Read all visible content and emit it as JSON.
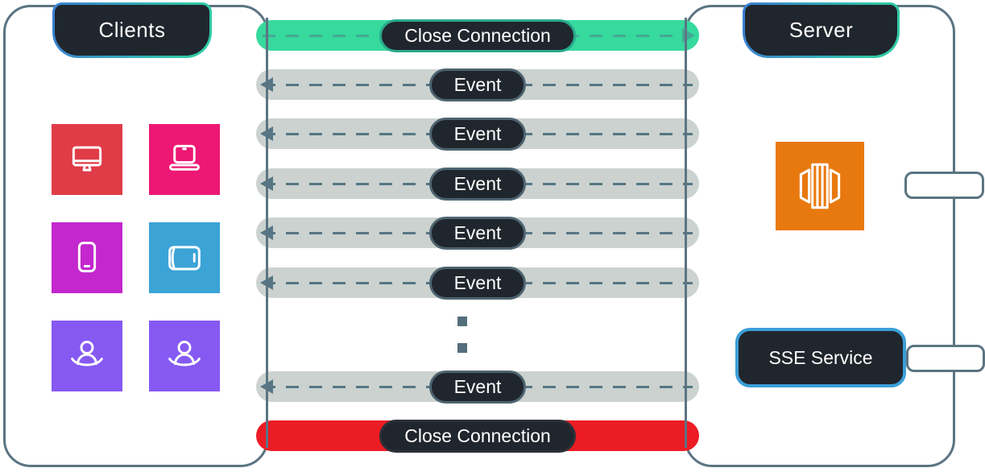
{
  "clients_panel": {
    "title": "Clients",
    "devices": [
      {
        "icon": "desktop-icon",
        "color": "#e03c48"
      },
      {
        "icon": "laptop-icon",
        "color": "#ed1874"
      },
      {
        "icon": "smartphone-icon",
        "color": "#c327cd"
      },
      {
        "icon": "tablet-icon",
        "color": "#3ba3d6"
      },
      {
        "icon": "user-icon",
        "color": "#8659f2"
      },
      {
        "icon": "user-icon",
        "color": "#8659f2"
      }
    ]
  },
  "server_panel": {
    "title": "Server",
    "service_label": "SSE Service",
    "service_border_color": "#3b9fd8",
    "server_icon": "server-stack-icon",
    "server_icon_color": "#e8790f"
  },
  "messages": [
    {
      "label": "Close Connection",
      "direction": "to-server",
      "band_color": "#36d99e",
      "pill_border_color": "#2aa98c",
      "dash_color": "#45a893"
    },
    {
      "label": "Event",
      "direction": "to-clients",
      "band_color": "#cbd2cf",
      "pill_border_color": "#4e6470",
      "dash_color": "#567684"
    },
    {
      "label": "Event",
      "direction": "to-clients",
      "band_color": "#cbd2cf",
      "pill_border_color": "#4e6470",
      "dash_color": "#567684"
    },
    {
      "label": "Event",
      "direction": "to-clients",
      "band_color": "#cbd2cf",
      "pill_border_color": "#4e6470",
      "dash_color": "#567684"
    },
    {
      "label": "Event",
      "direction": "to-clients",
      "band_color": "#cbd2cf",
      "pill_border_color": "#4e6470",
      "dash_color": "#567684"
    },
    {
      "label": "Event",
      "direction": "to-clients",
      "band_color": "#cbd2cf",
      "pill_border_color": "#4e6470",
      "dash_color": "#567684"
    },
    {
      "label": "Event",
      "direction": "to-clients",
      "band_color": "#cbd2cf",
      "pill_border_color": "#4e6470",
      "dash_color": "#567684"
    },
    {
      "label": "Close Connection",
      "direction": "none",
      "band_color": "#ec1c24",
      "pill_border_color": "#2c3138",
      "dash_color": null
    }
  ],
  "continuation_dots_count": 2,
  "colors": {
    "panel_border": "#5b7482",
    "pill_background": "#20262d",
    "header_gradient_start": "#3b7fd4",
    "header_gradient_end": "#2ec9a7"
  }
}
